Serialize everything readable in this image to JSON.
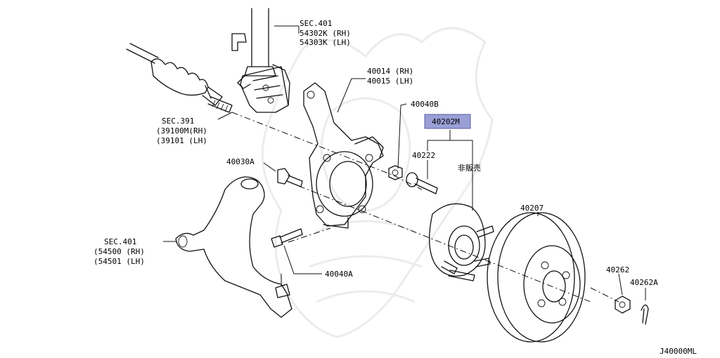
{
  "diagram_code": "J40000ML",
  "highlight_color": "#9aa0d6",
  "parts": [
    {
      "id": "sec401_strut",
      "lines": [
        "SEC.401",
        "54302K (RH)",
        "54303K (LH)"
      ]
    },
    {
      "id": "p40014",
      "lines": [
        "40014 (RH)",
        "40015 (LH)"
      ]
    },
    {
      "id": "p40040B",
      "lines": [
        "40040B"
      ]
    },
    {
      "id": "p40202M",
      "lines": [
        "40202M"
      ],
      "highlighted": true
    },
    {
      "id": "sec391",
      "lines": [
        "SEC.391",
        "(39100M(RH)",
        "(39101  (LH)"
      ]
    },
    {
      "id": "p40222",
      "lines": [
        "40222"
      ]
    },
    {
      "id": "not_for_sale",
      "lines": [
        "非販売"
      ]
    },
    {
      "id": "p40030A",
      "lines": [
        "40030A"
      ]
    },
    {
      "id": "p40207",
      "lines": [
        "40207"
      ]
    },
    {
      "id": "sec401_arm",
      "lines": [
        "SEC.401",
        "(54500 (RH)",
        "(54501 (LH)"
      ]
    },
    {
      "id": "p40040A",
      "lines": [
        "40040A"
      ]
    },
    {
      "id": "p40262",
      "lines": [
        "40262"
      ]
    },
    {
      "id": "p40262A",
      "lines": [
        "40262A"
      ]
    }
  ]
}
